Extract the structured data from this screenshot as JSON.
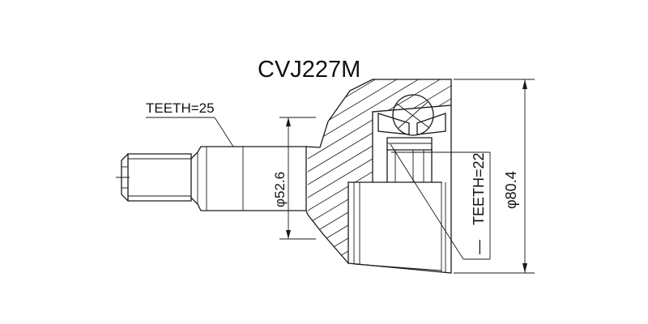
{
  "drawing": {
    "part_number": "CVJ227M",
    "outer_teeth_label": "TEETH=25",
    "inner_teeth_label": "TEETH=22",
    "shaft_diameter_label": "φ52.6",
    "outer_diameter_label": "φ80.4",
    "marker_label": "—"
  }
}
